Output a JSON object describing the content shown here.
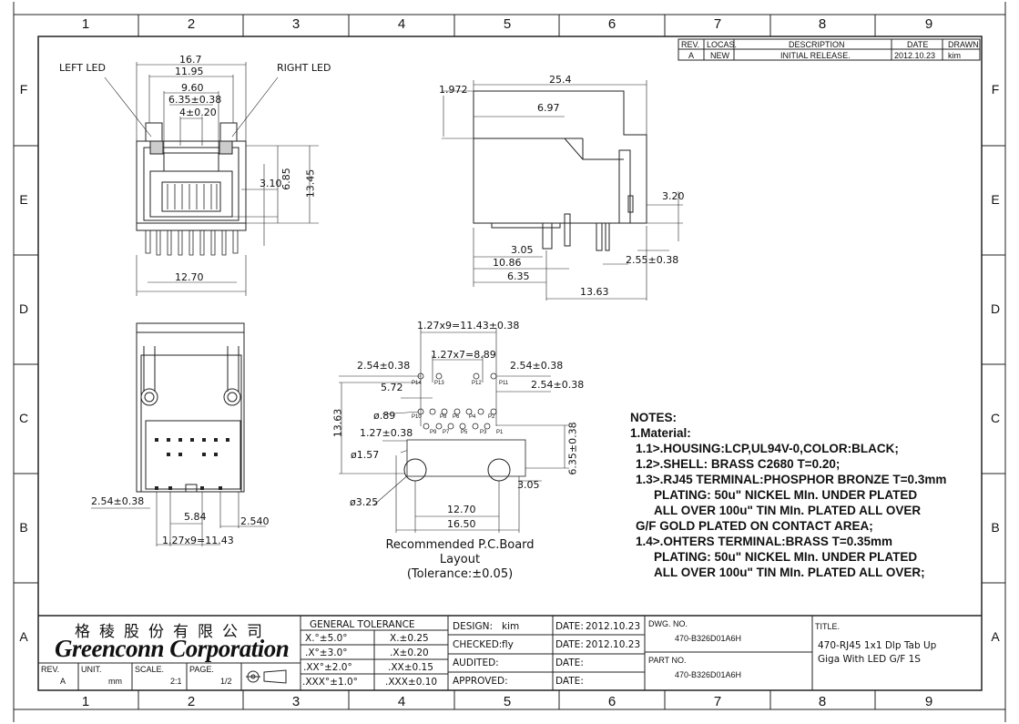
{
  "border": {
    "columns": [
      "1",
      "2",
      "3",
      "4",
      "5",
      "6",
      "7",
      "8",
      "9"
    ],
    "rows": [
      "F",
      "E",
      "D",
      "C",
      "B",
      "A"
    ]
  },
  "revision": {
    "headers": [
      "REV.",
      "LOCAS.",
      "DESCRIPTION",
      "DATE",
      "DRAWN"
    ],
    "row": [
      "A",
      "NEW",
      "INITIAL RELEASE.",
      "2012.10.23",
      "kim"
    ]
  },
  "front_view": {
    "left_led": "LEFT LED",
    "right_led": "RIGHT LED",
    "dims": [
      "16.7",
      "11.95",
      "9.60",
      "6.35±0.38",
      "4±0.20",
      "3.10",
      "6.85",
      "13.45",
      "12.70"
    ]
  },
  "side_view": {
    "dims": [
      "1.972",
      "25.4",
      "6.97",
      "3.20",
      "3.05",
      "10.86",
      "6.35",
      "13.63",
      "2.55±0.38"
    ]
  },
  "bottom_view": {
    "dims": [
      "2.54±0.38",
      "5.84",
      "2.540",
      "1.27x9=11.43"
    ]
  },
  "pcb": {
    "dims": [
      "1.27x9=11.43±0.38",
      "2.54±0.38",
      "2.54±0.38",
      "1.27x7=8.89",
      "2.54±0.38",
      "5.72",
      "13.63",
      "ø.89",
      "1.27±0.38",
      "ø1.57",
      "6.35±0.38",
      "3.05",
      "ø3.25",
      "12.70",
      "16.50"
    ],
    "pins": [
      "P14",
      "P13",
      "P12",
      "P11",
      "P10",
      "P8",
      "P6",
      "P4",
      "P2",
      "P9",
      "P7",
      "P5",
      "P3",
      "P1"
    ],
    "caption": [
      "Recommended  P.C.Board",
      "Layout",
      "(Tolerance:±0.05)"
    ]
  },
  "notes": {
    "lines": [
      "NOTES:",
      "1.Material:",
      "1.1>.HOUSING:LCP,UL94V-0,COLOR:BLACK;",
      "1.2>.SHELL: BRASS C2680 T=0.20;",
      "1.3>.RJ45 TERMINAL:PHOSPHOR BRONZE T=0.3mm",
      "PLATING: 50u\" NICKEL MIn. UNDER PLATED",
      "ALL OVER 100u\" TIN MIn. PLATED ALL OVER",
      "G/F GOLD PLATED ON CONTACT AREA;",
      "1.4>.OHTERS TERMINAL:BRASS T=0.35mm",
      "PLATING: 50u\" NICKEL MIn. UNDER PLATED",
      "ALL OVER 100u\" TIN MIn. PLATED ALL OVER;"
    ]
  },
  "title_block": {
    "company_chinese": "格稜股份有限公司",
    "company": "Greenconn Corporation",
    "rev_label": "REV.",
    "rev_value": "A",
    "unit_label": "UNIT.",
    "unit_value": "mm",
    "scale_label": "SCALE.",
    "scale_value": "2:1",
    "page_label": "PAGE.",
    "page_value": "1/2",
    "tolerance_header": "GENERAL  TOLERANCE",
    "tolerances": [
      [
        "X.°±5.0°",
        "X.±0.25"
      ],
      [
        ".X°±3.0°",
        ".X±0.20"
      ],
      [
        ".XX°±2.0°",
        ".XX±0.15"
      ],
      [
        ".XXX°±1.0°",
        ".XXX±0.10"
      ]
    ],
    "design_label": "DESIGN:",
    "design_value": "kim",
    "checked_label": "CHECKED:",
    "checked_value": "fly",
    "audited_label": "AUDITED:",
    "approved_label": "APPROVED:",
    "date_label": "DATE:",
    "date1": "2012.10.23",
    "date2": "2012.10.23",
    "dwg_label": "DWG. NO.",
    "dwg_value": "470-B326D01A6H",
    "part_label": "PART NO.",
    "part_value": "470-B326D01A6H",
    "title_label": "TITLE.",
    "title_line1": "470-RJ45 1x1 Dlp Tab Up",
    "title_line2": "Giga With LED  G/F 1S"
  }
}
